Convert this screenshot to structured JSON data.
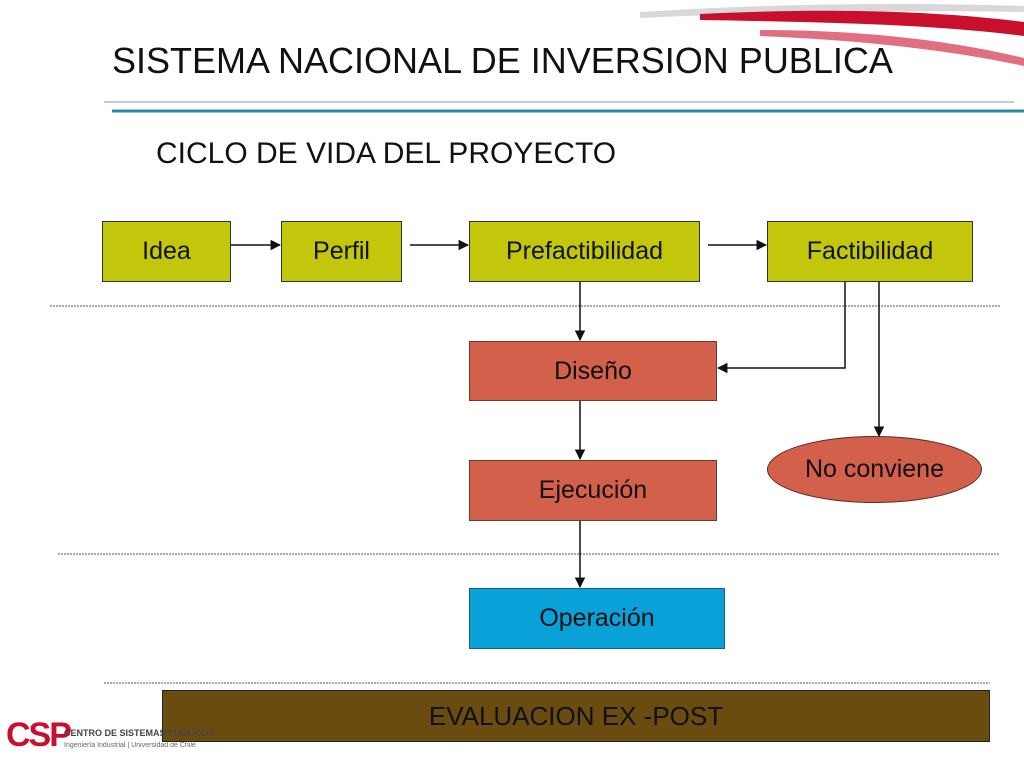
{
  "title": "SISTEMA NACIONAL DE INVERSION PUBLICA",
  "subtitle": "CICLO DE VIDA DEL PROYECTO",
  "nodes": {
    "idea": "Idea",
    "perfil": "Perfil",
    "prefactibilidad": "Prefactibilidad",
    "factibilidad": "Factibilidad",
    "diseno": "Diseño",
    "ejecucion": "Ejecución",
    "no_conviene": "No conviene",
    "operacion": "Operación",
    "evaluacion": "EVALUACION EX -POST"
  },
  "logo": {
    "mark": "CSP",
    "name": "CENTRO DE SISTEMAS PÚBLICOS",
    "tagline": "Ingeniería Industrial | Universidad de Chile"
  },
  "colors": {
    "stage_green": "#c2c70b",
    "stage_red": "#d2604a",
    "stage_blue": "#0aa0d8",
    "expost_brown": "#6b4c10",
    "accent_red": "#c8102e"
  }
}
